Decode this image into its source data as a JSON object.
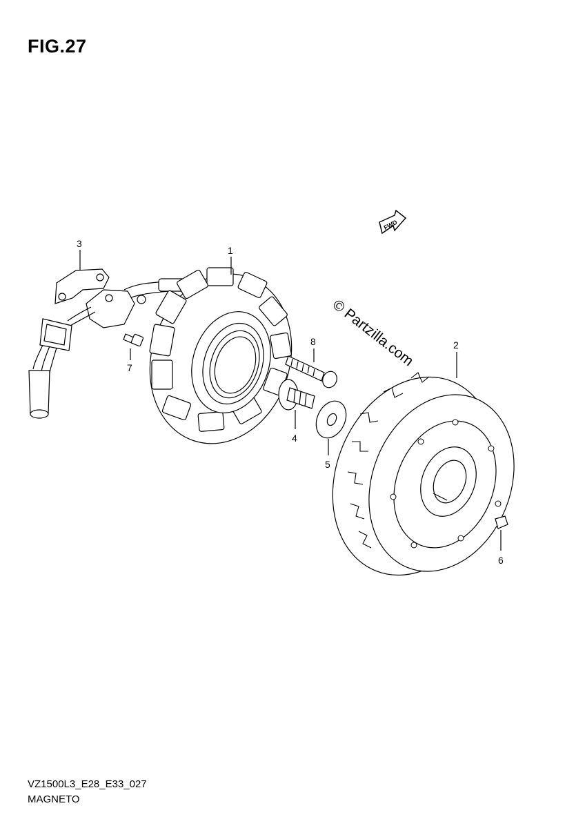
{
  "figure": {
    "title": "FIG.27"
  },
  "watermark": {
    "text": "© Partzilla.com"
  },
  "fwd_badge": {
    "label": "FWD",
    "icon": "forward-arrow-icon"
  },
  "callouts": [
    "1",
    "2",
    "3",
    "4",
    "5",
    "6",
    "7",
    "8"
  ],
  "footer": {
    "code": "VZ1500L3_E28_E33_027",
    "name": "MAGNETO"
  }
}
